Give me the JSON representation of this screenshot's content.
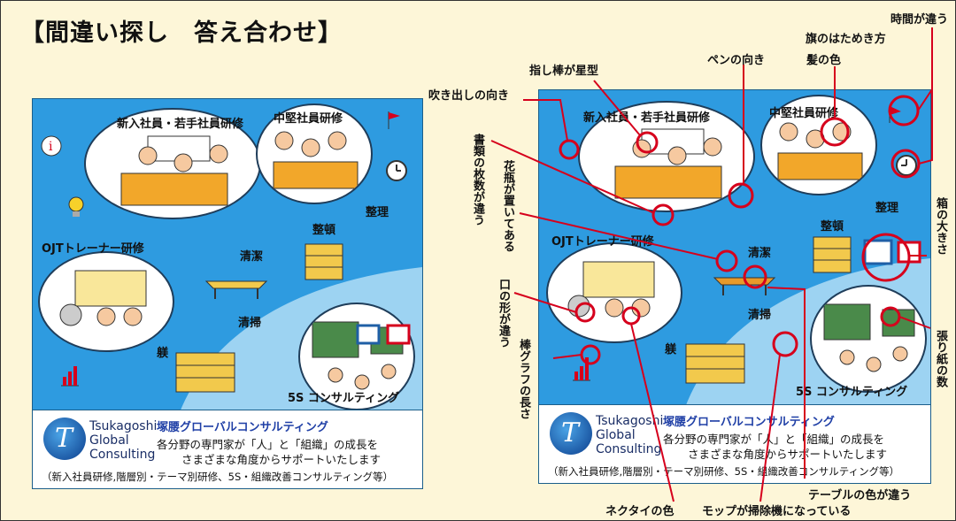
{
  "title": "【間違い探し　答え合わせ】",
  "panel": {
    "labels": {
      "new_employee": "新入社員・若手社員研修",
      "mid_career": "中堅社員研修",
      "ojt": "OJTトレーナー研修",
      "seiri": "整理",
      "seiton": "整頓",
      "seiketsu": "清潔",
      "seisou": "清掃",
      "shitsuke": "躾",
      "consulting": "5S コンサルティング"
    },
    "footer": {
      "logo_text": "Tsukagoshi\nGlobal\nConsulting",
      "company": "塚腰グローバルコンサルティング",
      "tagline1": "各分野の専門家が「人」と「組織」の成長を",
      "tagline2": "さまざまな角度からサポートいたします",
      "tagline3": "（新入社員研修,階層別・テーマ別研修、5S・組織改善コンサルティング等）"
    }
  },
  "annotations": {
    "time_differs": "時間が違う",
    "flag": "旗のはためき方",
    "hair": "髪の色",
    "pen": "ペンの向き",
    "pointer": "指し棒が星型",
    "bubble": "吹き出しの向き",
    "documents": "書類の枚数が違う",
    "vase": "花瓶が置いてある",
    "mouth": "口の形が違う",
    "bar_graph": "棒グラフの長さ",
    "box_size": "箱の大きさ",
    "paper_count": "張り紙の数",
    "tie": "ネクタイの色",
    "table_color": "テーブルの色が違う",
    "mop": "モップが掃除機になっている"
  },
  "colors": {
    "panel_blue": "#2e9be0",
    "light_blue": "#9dd3f2",
    "mark_red": "#d6001c"
  }
}
